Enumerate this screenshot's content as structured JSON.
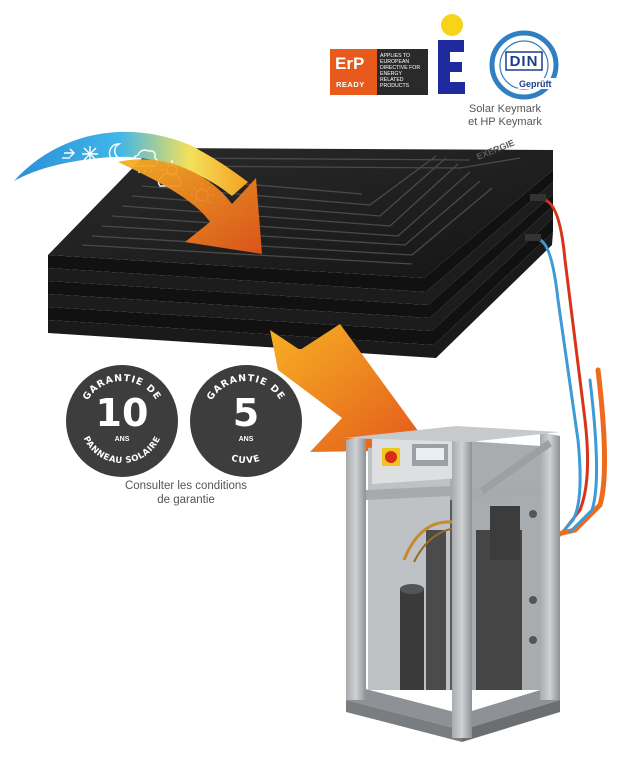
{
  "erp_badge": {
    "title": "ErP",
    "subtitle": "READY",
    "text": "APPLIES TO EUROPEAN DIRECTIVE FOR ENERGY RELATED PRODUCTS"
  },
  "din_logo": {
    "letters": "DIN",
    "subtext": "Geprüft"
  },
  "keymark": {
    "line1": "Solar Keymark",
    "line2": "et HP Keymark"
  },
  "panel_brand": "EXERGIE",
  "warranty_panel": {
    "top": "GARANTIE DE",
    "number": "10",
    "unit": "ANS",
    "bottom": "PANNEAU SOLAIRE"
  },
  "warranty_tank": {
    "top": "GARANTIE DE",
    "number": "5",
    "unit": "ANS",
    "bottom": "CUVE"
  },
  "warranty_note": {
    "line1": "Consulter les conditions",
    "line2": "de garantie"
  },
  "colors": {
    "orange": "#ea6a16",
    "panel": "#1f1f1f",
    "badge": "#3d3d3d",
    "pipe_hot": "#d63418",
    "pipe_cold": "#3b9ad8",
    "pipe_orange": "#ee6a1c"
  },
  "weather_icons": [
    "arrows-icon",
    "snowflake-icon",
    "moon-icon",
    "snow-cloud-icon",
    "sun-cloud-icon",
    "sun-icon"
  ]
}
